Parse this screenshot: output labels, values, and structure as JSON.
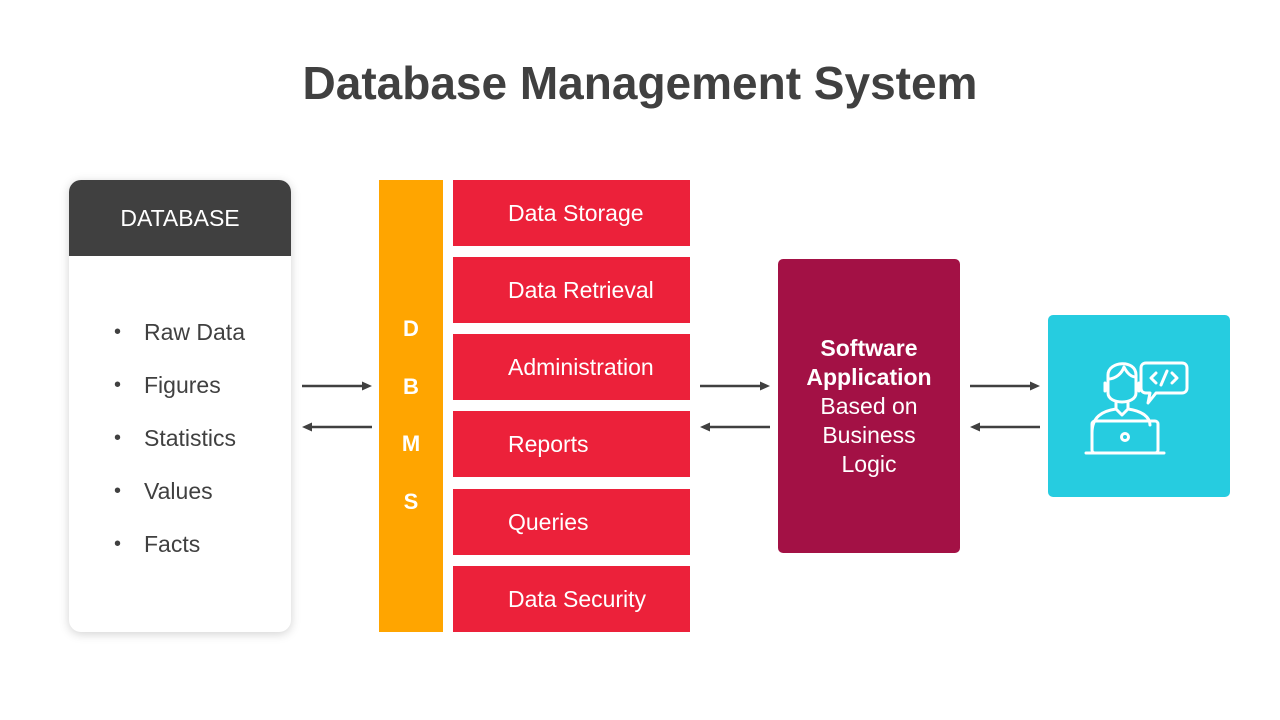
{
  "title": "Database Management System",
  "database": {
    "header": "DATABASE",
    "items": [
      "Raw Data",
      "Figures",
      "Statistics",
      "Values",
      "Facts"
    ]
  },
  "dbms": {
    "letters": [
      "D",
      "B",
      "M",
      "S"
    ]
  },
  "functions": [
    "Data Storage",
    "Data Retrieval",
    "Administration",
    "Reports",
    "Queries",
    "Data Security"
  ],
  "software_application": {
    "line1": "Software",
    "line2": "Application",
    "line3": "Based on",
    "line4": "Business",
    "line5": "Logic"
  },
  "developer": {
    "icon": "developer-laptop-code-icon"
  },
  "colors": {
    "title": "#404040",
    "database_header": "#404040",
    "dbms_bar": "#FFA500",
    "function_boxes": "#EC213A",
    "software_box": "#A31145",
    "developer_box": "#26CCE0",
    "arrows": "#404040"
  }
}
